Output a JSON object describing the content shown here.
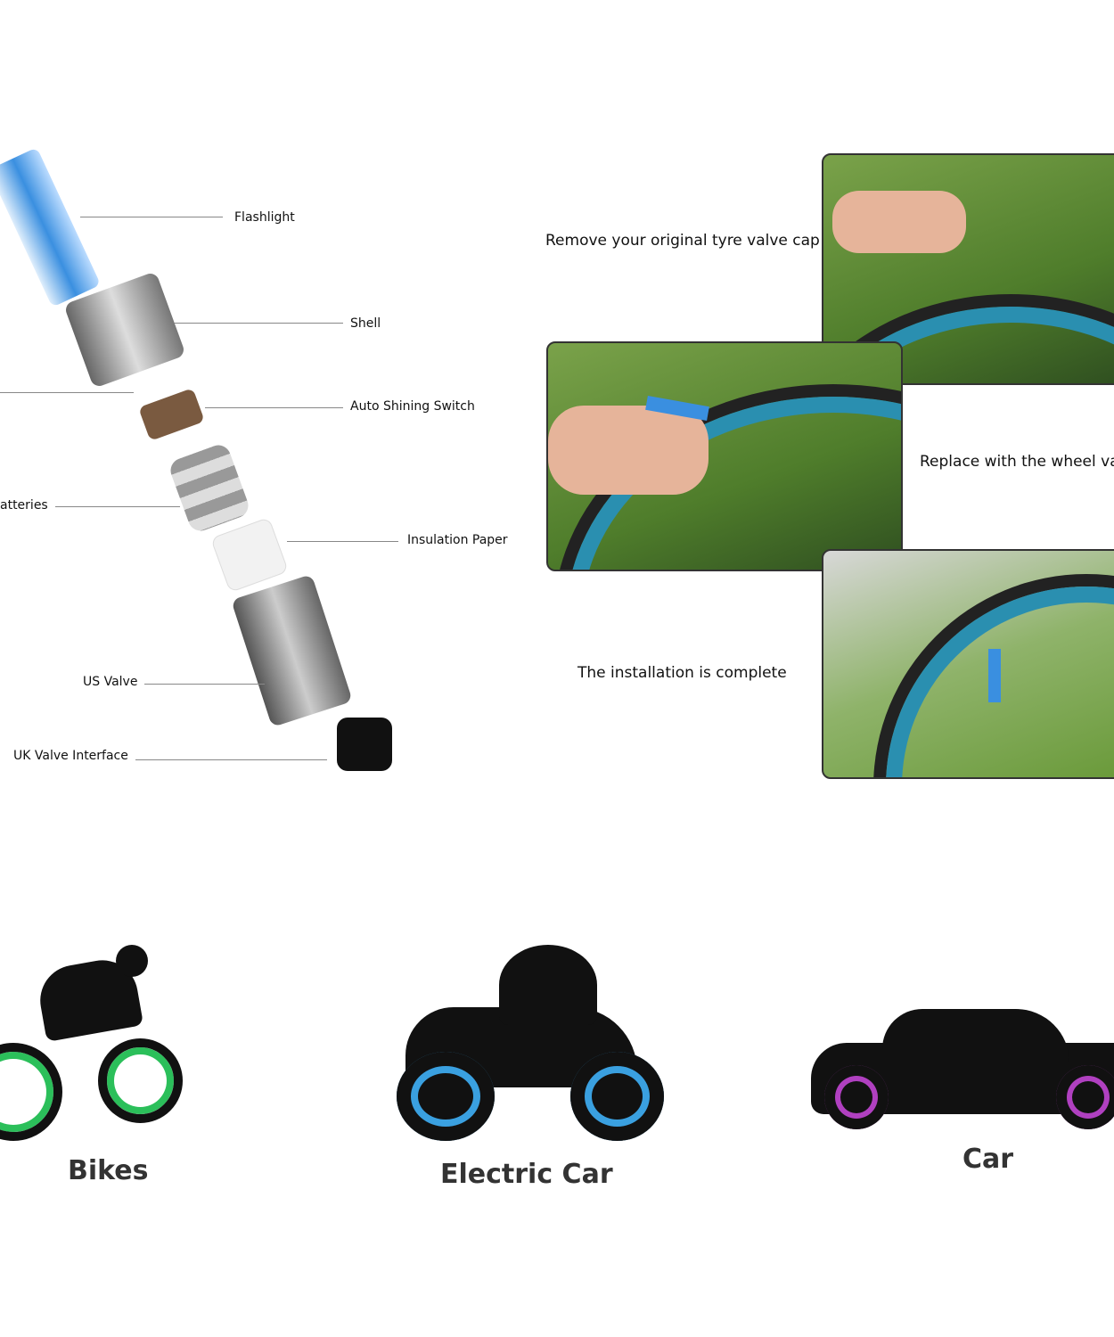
{
  "parts": {
    "flashlight": "Flashlight",
    "shell": "Shell",
    "switch": "Auto Shining Switch",
    "batteries": "atteries",
    "insulation": "Insulation Paper",
    "us_valve": "US Valve",
    "uk_valve": "UK Valve Interface"
  },
  "steps": {
    "step1": "Remove your original tyre valve cap",
    "step2": "Replace with the wheel va",
    "step3": "The installation is complete"
  },
  "vehicles": {
    "bikes": {
      "label": "Bikes",
      "glow": "#2bbf5a"
    },
    "electric_car": {
      "label": "Electric Car",
      "glow": "#3aa0e0"
    },
    "car": {
      "label": "Car",
      "glow": "#b040c0"
    }
  },
  "colors": {
    "valve_glow": "#3a8fe0",
    "tire_rim": "#2a8fb0"
  }
}
